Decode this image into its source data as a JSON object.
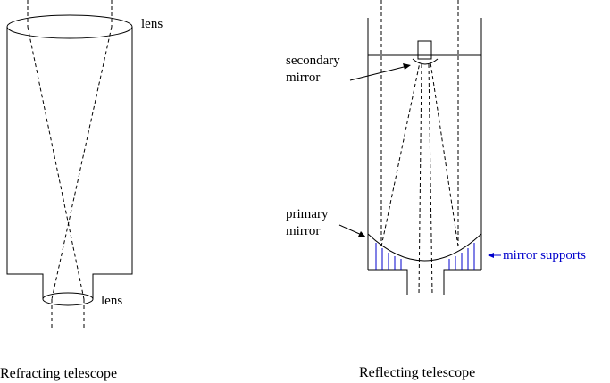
{
  "refracting": {
    "caption": "Refracting telescope",
    "objective_label": "lens",
    "eyepiece_label": "lens"
  },
  "reflecting": {
    "caption": "Reflecting telescope",
    "secondary_label_1": "secondary",
    "secondary_label_2": "mirror",
    "primary_label_1": "primary",
    "primary_label_2": "mirror",
    "supports_label": "mirror supports"
  },
  "colors": {
    "line": "#000000",
    "supports": "#0000cc"
  }
}
